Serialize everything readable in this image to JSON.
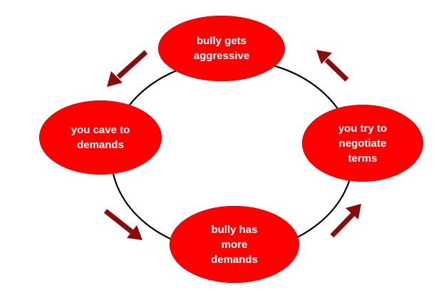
{
  "colors": {
    "node_fill": "#ff0000",
    "node_text": "#ffffff",
    "arrow": "#8b0a0a",
    "cycle_line": "#000000",
    "background": "#ffffff"
  },
  "cycle": {
    "nodes": [
      {
        "id": "top",
        "label": "bully gets\naggressive"
      },
      {
        "id": "right",
        "label": "you try to\nnegotiate\nterms"
      },
      {
        "id": "bottom",
        "label": "bully has\nmore\ndemands"
      },
      {
        "id": "left",
        "label": "you cave to\ndemands"
      }
    ],
    "direction": "clockwise",
    "arrow_icon": "arrow-icon"
  }
}
